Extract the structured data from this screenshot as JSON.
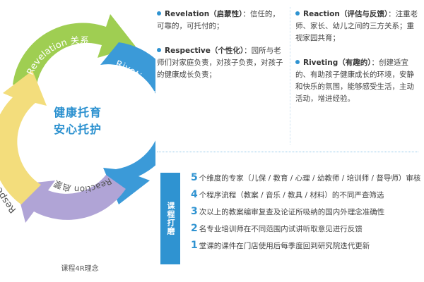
{
  "cycle": {
    "center_line1": "健康托育",
    "center_line2": "安心托护",
    "arc_labels": {
      "top": "Revelation 关系",
      "right": "Riveting 有趣",
      "bottom": "Reaction 启蒙",
      "left": "Respective 个体"
    },
    "colors": {
      "top": "#9fce52",
      "right": "#3b9ad8",
      "bottom": "#b0a4d6",
      "left": "#f3dd7c"
    },
    "caption": "课程4R理念"
  },
  "left_col": [
    {
      "title": "Revelation（启蒙性）",
      "text": "：信任的，可靠的，可托付的；"
    },
    {
      "title": "Respective（个性化）",
      "text": "：园所与老师们对家庭负责，对孩子负责，对孩子的健康成长负责；"
    }
  ],
  "right_col": [
    {
      "title": "Reaction（评估与反馈）",
      "text": "：注重老师、家长、幼儿之间的三方关系；重视家园共育；"
    },
    {
      "title": "Riveting（有趣的）",
      "text": "：创建适宜的、有助孩子健康成长的环境，安静和快乐的氛围，能够感受生活，主动活动，增进经验。"
    }
  ],
  "side_label": "课程打磨",
  "steps": [
    {
      "num": "5",
      "text": "个维度的专家（儿保 / 教育 / 心理 / 幼教师 / 培训师 / 督导师）审核"
    },
    {
      "num": "4",
      "text": "个程序流程（教案 / 音乐 / 教具 / 材料）的不同严查筛选"
    },
    {
      "num": "3",
      "text": "次以上的教案编审复查及论证所吸纳的国内外理念准确性"
    },
    {
      "num": "2",
      "text": "名专业培训师在不同范围内试讲听取意见进行反馈"
    },
    {
      "num": "1",
      "text": "堂课的课件在门店使用后每季度回到研究院迭代更新"
    }
  ]
}
